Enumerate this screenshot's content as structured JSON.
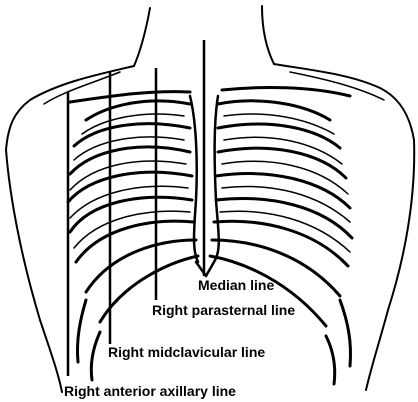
{
  "figure": {
    "labels": {
      "median": "Median line",
      "parasternal": "Right parasternal line",
      "midclavicular": "Right midclavicular line",
      "anterior_axillary": "Right anterior axillary line"
    }
  }
}
